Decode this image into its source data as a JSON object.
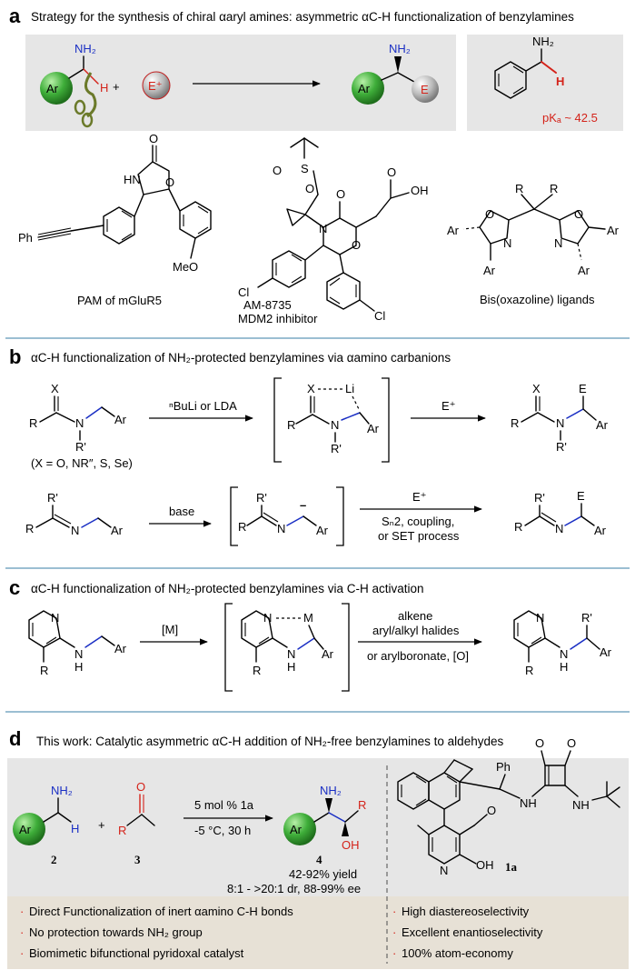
{
  "panel_a": {
    "letter": "a",
    "title": "Strategy for the synthesis of chiral αaryl amines: asymmetric αC-H functionalization of benzylamines",
    "nh2": "NH₂",
    "ar": "Ar",
    "h": "H",
    "plus": "+",
    "electrophile": "E⁺",
    "product_e": "E",
    "pka_h": "H",
    "pka": "pKₐ ~ 42.5",
    "ph": "Ph",
    "o": "O",
    "hn": "HN",
    "meo": "MeO",
    "s": "S",
    "oh": "OH",
    "n": "N",
    "cl": "Cl",
    "r": "R",
    "caption_pam": "PAM of mGluR5",
    "caption_am": "AM-8735",
    "caption_mdm2": "MDM2 inhibitor",
    "caption_box": "Bis(oxazoline) ligands"
  },
  "panel_b": {
    "letter": "b",
    "title": "αC-H functionalization of NH₂-protected benzylamines via αamino carbanions",
    "x": "X",
    "r": "R",
    "n": "N",
    "rp": "R'",
    "ar": "Ar",
    "li": "Li",
    "e": "E",
    "eplus": "E⁺",
    "condition_1": "ⁿBuLi or LDA",
    "x_note": "(X = O, NR″, S, Se)",
    "condition_2": "base",
    "minus": "–",
    "cond3_line1": "E⁺",
    "cond3_line2": "Sₙ2, coupling,",
    "cond3_line3": "or SET process"
  },
  "panel_c": {
    "letter": "c",
    "title": "αC-H functionalization of NH₂-protected benzylamines via C-H activation",
    "n": "N",
    "r": "R",
    "h": "H",
    "ar": "Ar",
    "m": "M",
    "rp": "R'",
    "catalyst": "[M]",
    "cond_line1": "alkene",
    "cond_line2": "aryl/alkyl halides",
    "cond_line3": "or arylboronate, [O]"
  },
  "panel_d": {
    "letter": "d",
    "title": "This work: Catalytic asymmetric αC-H addition of NH₂-free benzylamines to aldehydes",
    "nh2": "NH₂",
    "ar": "Ar",
    "h": "H",
    "o": "O",
    "r": "R",
    "oh": "OH",
    "plus": "+",
    "num_2": "2",
    "num_3": "3",
    "num_4": "4",
    "catalyst_label": "1a",
    "cond_line1": "5 mol % 1a",
    "cond_line2": "-5 °C, 30 h",
    "yield": "42-92% yield",
    "selectivity": "8:1 - >20:1 dr, 88-99% ee",
    "ph": "Ph",
    "nh": "NH",
    "n": "N",
    "highlights_left": [
      "Direct Functionalization of inert αamino C-H bonds",
      "No protection towards NH₂ group",
      "Biomimetic bifunctional pyridoxal catalyst"
    ],
    "highlights_right": [
      "High diastereoselectivity",
      "Excellent enantioselectivity",
      "100% atom-economy"
    ]
  },
  "colors": {
    "ar_ball": "#3fae3a",
    "e_ball": "#b9b9b9",
    "red_accent": "#d4231a",
    "blue_bond": "#1a2fc4",
    "divider": "#5f97b8",
    "panel_grey": "#e6e6e6",
    "highlight_bg": "#e7e1d6"
  }
}
